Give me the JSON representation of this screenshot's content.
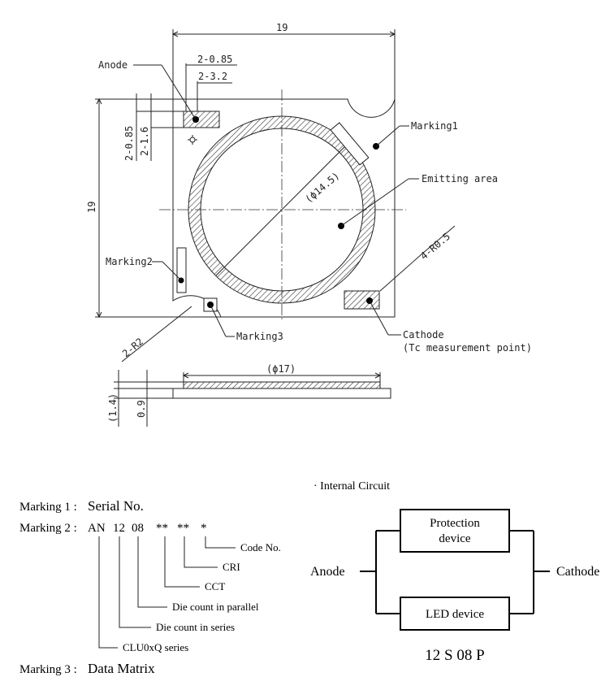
{
  "dimensions": {
    "width": "19",
    "height": "19",
    "pad_width": "2-0.85",
    "pad_offset": "2-3.2",
    "pad_height": "2-0.85",
    "pad_vertical": "2-1.6",
    "emitting_diameter": "(ϕ14.5)",
    "corner_radius": "4-R0.5",
    "notch_radius": "2-R2",
    "substrate_diameter": "(ϕ17)",
    "total_thickness": "(1.4)",
    "substrate_thickness": "0.9"
  },
  "callouts": {
    "anode": "Anode",
    "marking1": "Marking1",
    "emitting_area": "Emitting area",
    "marking2": "Marking2",
    "marking3": "Marking3",
    "cathode": "Cathode",
    "cathode_note": "(Tc measurement point)"
  },
  "markings": {
    "m1_label": "Marking 1 :",
    "m1_value": "Serial No.",
    "m2_label": "Marking 2 :",
    "m2_codes": [
      "AN",
      "12",
      "08",
      "**",
      "**",
      "*"
    ],
    "m3_label": "Marking 3 :",
    "m3_value": "Data Matrix",
    "legend": [
      "Code No.",
      "CRI",
      "CCT",
      "Die count in parallel",
      "Die count in series",
      "CLU0xQ series"
    ]
  },
  "circuit": {
    "title": "· Internal Circuit",
    "protection": [
      "Protection",
      "device"
    ],
    "led": "LED device",
    "anode": "Anode",
    "cathode": "Cathode",
    "config": "12 S  08 P"
  }
}
